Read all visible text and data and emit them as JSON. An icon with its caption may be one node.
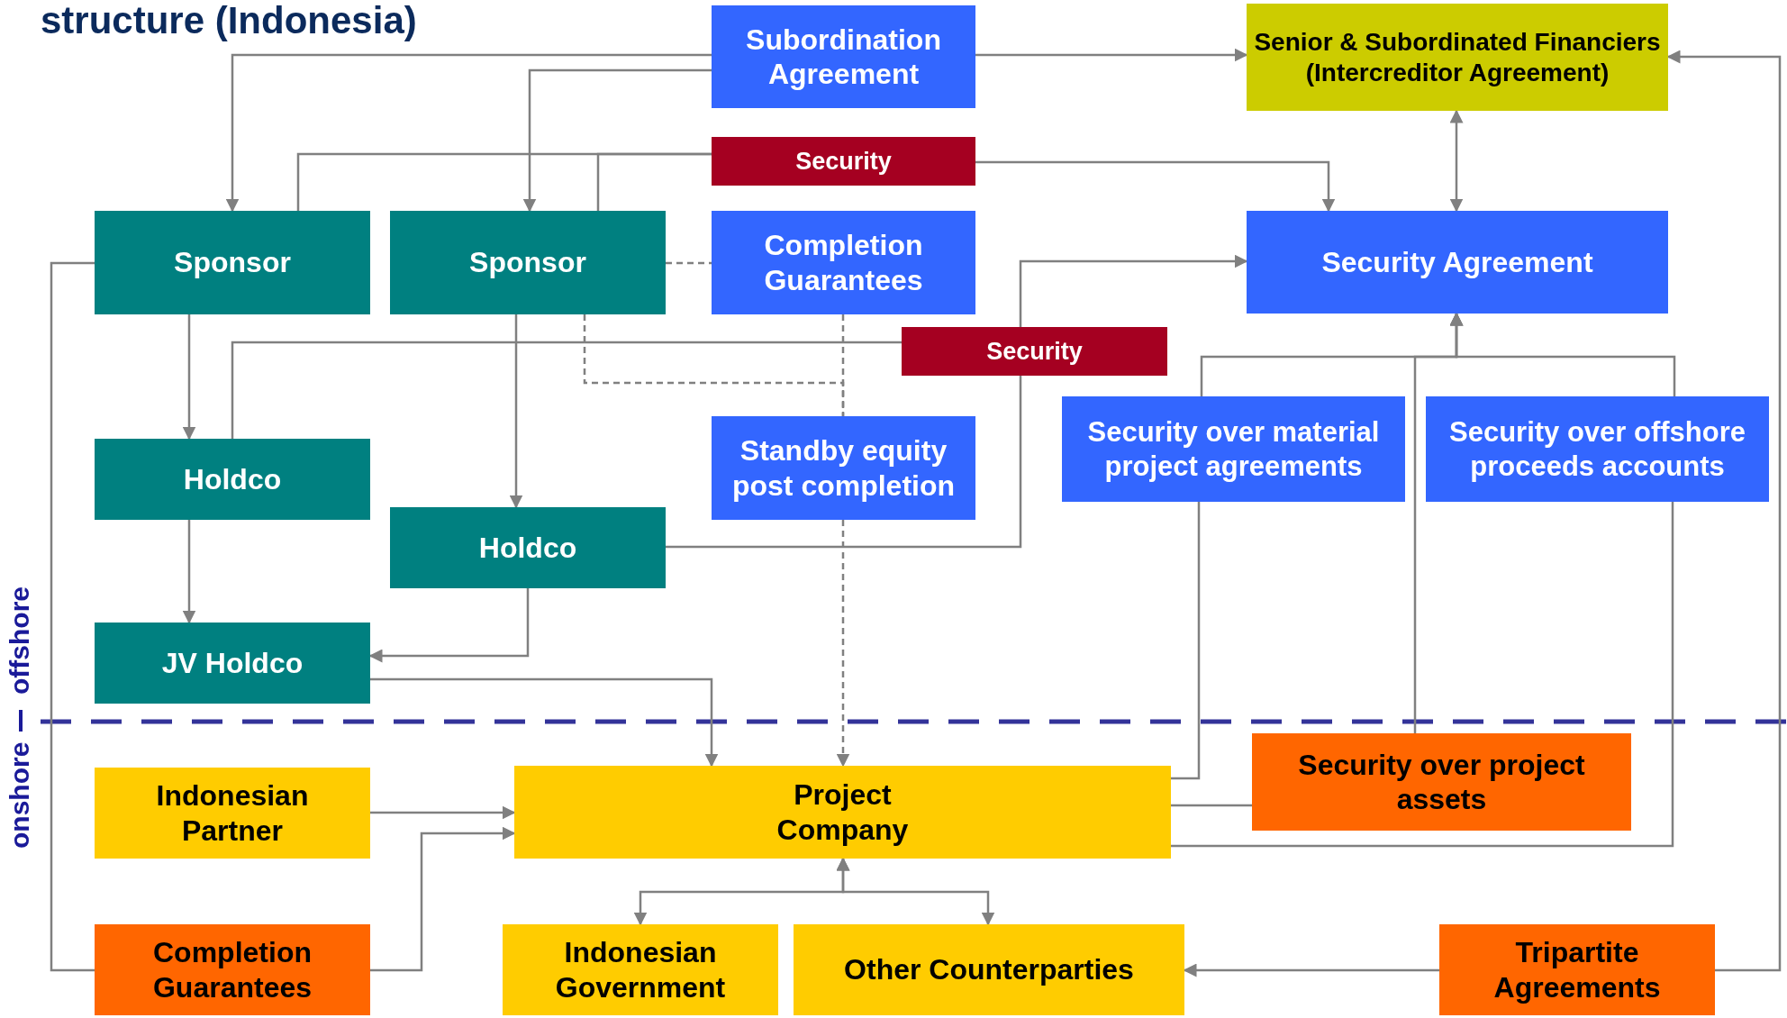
{
  "diagram": {
    "title": "structure (Indonesia)",
    "nodes": [
      {
        "text": [
          "Subordination Agreement"
        ]
      },
      {
        "text": [
          "Senior & Subordinated Financiers (Intercreditor Agreement)"
        ]
      },
      {
        "text": [
          "Security"
        ]
      },
      {
        "text": [
          "Sponsor"
        ]
      },
      {
        "text": [
          "Sponsor"
        ]
      },
      {
        "text": [
          "Completion Guarantees"
        ]
      },
      {
        "text": [
          "Security Agreement"
        ]
      },
      {
        "text": [
          "Security"
        ]
      },
      {
        "text": [
          "Holdco"
        ]
      },
      {
        "text": [
          "Security over material project agreements"
        ]
      },
      {
        "text": [
          "Security over offshore proceeds accounts"
        ]
      },
      {
        "text": [
          "Standby equity post completion"
        ]
      },
      {
        "text": [
          "Holdco"
        ]
      },
      {
        "text": [
          "JV Holdco"
        ]
      },
      {
        "text": [
          "Indonesian Partner"
        ]
      },
      {
        "text": [
          "Project Company"
        ]
      },
      {
        "text": [
          "Security over project assets"
        ]
      },
      {
        "text": [
          "Completion Guarantees"
        ]
      },
      {
        "text": [
          "Indonesian Government"
        ]
      },
      {
        "text": [
          "Other Counterparties"
        ]
      },
      {
        "text": [
          "Tripartite Agreements"
        ]
      }
    ],
    "edges": [
      {
        "from": 0,
        "to": 3,
        "arrow": "to"
      },
      {
        "from": 0,
        "to": 4,
        "arrow": "to"
      },
      {
        "from": 0,
        "to": 1,
        "arrow": "to"
      },
      {
        "from": 3,
        "to": 2,
        "arrow": "none"
      },
      {
        "from": 4,
        "to": 2,
        "arrow": "none"
      },
      {
        "from": 2,
        "to": 6,
        "arrow": "to"
      },
      {
        "from": 1,
        "to": 6,
        "arrow": "both"
      },
      {
        "from": 4,
        "to": 5,
        "arrow": "none",
        "style": "dashed"
      },
      {
        "from": 5,
        "to": 11,
        "arrow": "none",
        "style": "dashed"
      },
      {
        "from": 4,
        "to": 11,
        "arrow": "none",
        "style": "dashed"
      },
      {
        "from": 11,
        "to": 15,
        "arrow": "to",
        "style": "dashed"
      },
      {
        "from": 3,
        "to": 8,
        "arrow": "to"
      },
      {
        "from": 4,
        "to": 12,
        "arrow": "to"
      },
      {
        "from": 8,
        "to": 7,
        "arrow": "none"
      },
      {
        "from": 12,
        "to": 7,
        "arrow": "none"
      },
      {
        "from": 7,
        "to": 6,
        "arrow": "to"
      },
      {
        "from": 8,
        "to": 13,
        "arrow": "to"
      },
      {
        "from": 12,
        "to": 13,
        "arrow": "to"
      },
      {
        "from": 13,
        "to": 15,
        "arrow": "to"
      },
      {
        "from": 3,
        "to": 17,
        "arrow": "none"
      },
      {
        "from": 14,
        "to": 15,
        "arrow": "to"
      },
      {
        "from": 17,
        "to": 15,
        "arrow": "to"
      },
      {
        "from": 15,
        "to": 18,
        "arrow": "both"
      },
      {
        "from": 15,
        "to": 19,
        "arrow": "both"
      },
      {
        "from": 20,
        "to": 19,
        "arrow": "to"
      },
      {
        "from": 20,
        "to": 1,
        "arrow": "to"
      },
      {
        "from": 9,
        "to": 6,
        "arrow": "to"
      },
      {
        "from": 10,
        "to": 6,
        "arrow": "to"
      },
      {
        "from": 16,
        "to": 6,
        "arrow": "to"
      },
      {
        "from": 9,
        "to": 15,
        "arrow": "none"
      },
      {
        "from": 15,
        "to": 16,
        "arrow": "none"
      },
      {
        "from": 15,
        "to": 10,
        "arrow": "none"
      }
    ],
    "labels": [
      "offshore",
      "onshore"
    ]
  }
}
